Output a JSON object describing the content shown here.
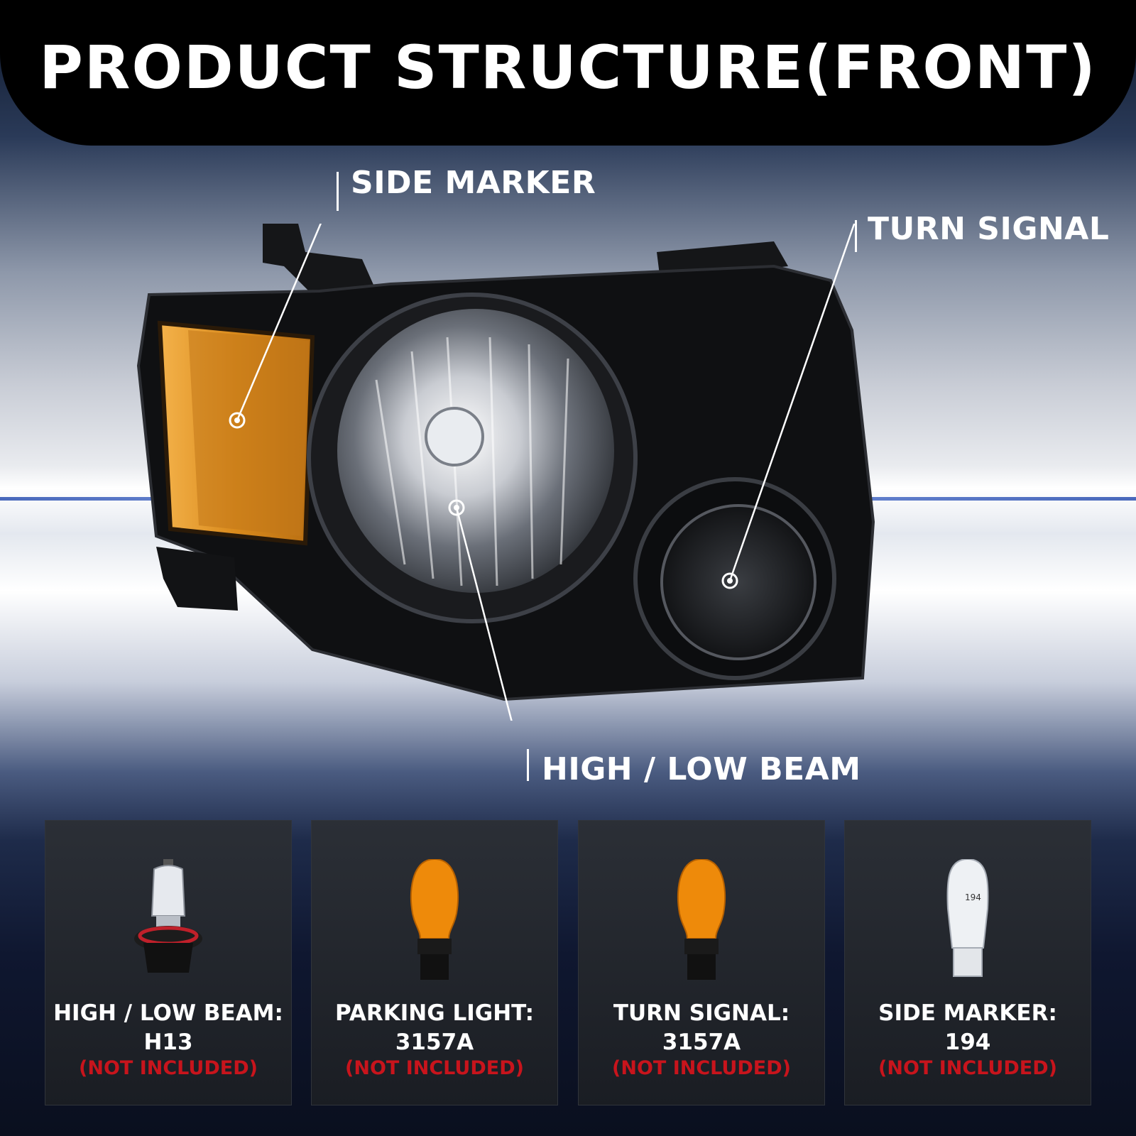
{
  "title": "PRODUCT STRUCTURE(FRONT)",
  "callouts": {
    "side_marker": "SIDE MARKER",
    "turn_signal": "TURN SIGNAL",
    "high_low_beam": "HIGH / LOW BEAM"
  },
  "bulbs": [
    {
      "name": "HIGH / LOW BEAM:",
      "type": "H13",
      "note": "(NOT INCLUDED)",
      "icon": "h13-bulb-icon"
    },
    {
      "name": "PARKING LIGHT:",
      "type": "3157A",
      "note": "(NOT INCLUDED)",
      "icon": "amber-3157-bulb-icon"
    },
    {
      "name": "TURN SIGNAL:",
      "type": "3157A",
      "note": "(NOT INCLUDED)",
      "icon": "amber-3157-bulb-icon"
    },
    {
      "name": "SIDE MARKER:",
      "type": "194",
      "note": "(NOT INCLUDED)",
      "icon": "wedge-194-bulb-icon"
    }
  ],
  "bulb_194_marking": "194",
  "colors": {
    "title_bar": "#000000",
    "note_red": "#c8141c",
    "amber": "#e08a10",
    "card_bg": "#22262c"
  }
}
